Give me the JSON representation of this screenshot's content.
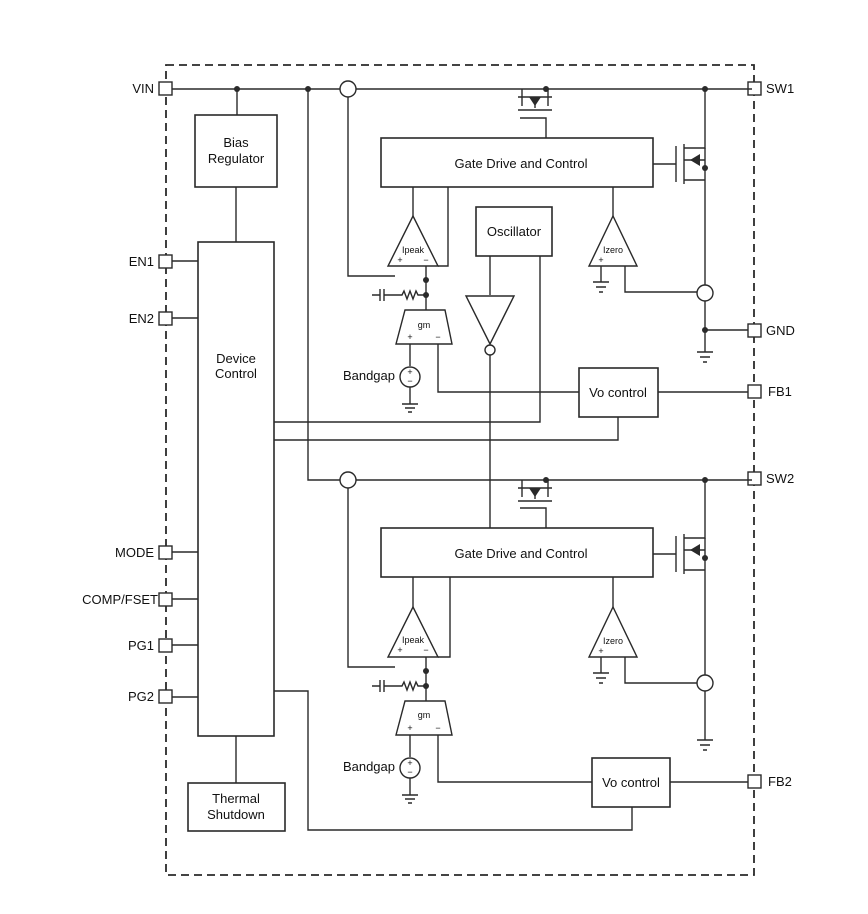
{
  "pins": {
    "vin": "VIN",
    "en1": "EN1",
    "en2": "EN2",
    "mode": "MODE",
    "comp_fset": "COMP/FSET",
    "pg1": "PG1",
    "pg2": "PG2",
    "sw1": "SW1",
    "gnd": "GND",
    "fb1": "FB1",
    "sw2": "SW2",
    "fb2": "FB2"
  },
  "blocks": {
    "bias_line1": "Bias",
    "bias_line2": "Regulator",
    "device_line1": "Device",
    "device_line2": "Control",
    "thermal_line1": "Thermal",
    "thermal_line2": "Shutdown",
    "gate_drive_1": "Gate Drive and Control",
    "gate_drive_2": "Gate Drive and Control",
    "oscillator": "Oscillator",
    "vo_control_1": "Vo control",
    "vo_control_2": "Vo control",
    "bandgap_1": "Bandgap",
    "bandgap_2": "Bandgap"
  },
  "amps": {
    "ipeak": "Ipeak",
    "izero": "Izero",
    "gm": "gm",
    "plus": "+",
    "minus": "−"
  }
}
